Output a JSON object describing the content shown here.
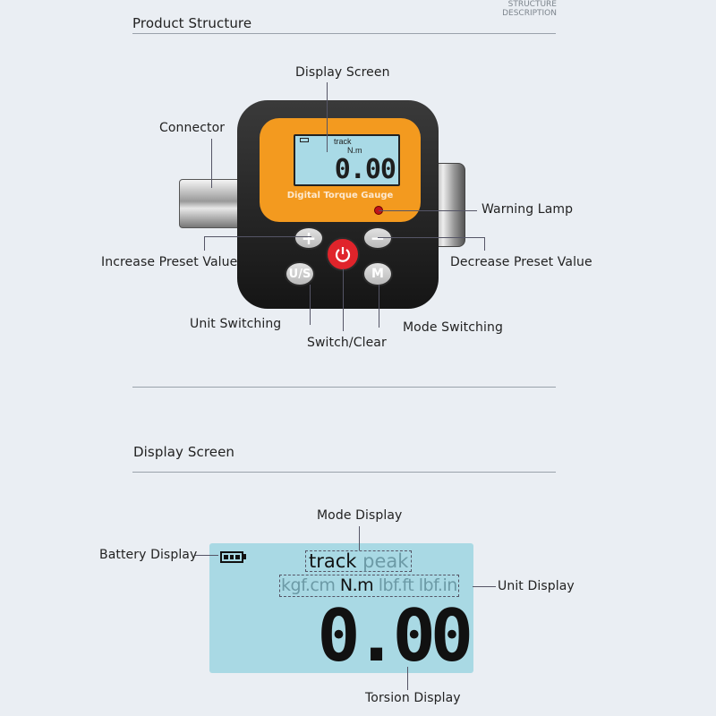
{
  "corner_text": {
    "line1": "STRUCTURE",
    "line2": "DESCRIPTION"
  },
  "section1": {
    "title": "Product Structure",
    "labels": {
      "display_screen": "Display Screen",
      "connector": "Connector",
      "warning_lamp": "Warning Lamp",
      "increase_preset": "Increase Preset Value",
      "decrease_preset": "Decrease Preset Value",
      "unit_switching": "Unit Switching",
      "mode_switching": "Mode Switching",
      "switch_clear": "Switch/Clear"
    },
    "device": {
      "brand_text": "Digital Torque Gauge",
      "lcd_mode": "track",
      "lcd_unit": "N.m",
      "lcd_value": "0.00",
      "btn_plus": "+",
      "btn_minus": "−",
      "btn_us": "U/S",
      "btn_m": "M",
      "body_color": "#1f1f1f",
      "panel_color": "#f39a1f",
      "power_color": "#e0242b"
    }
  },
  "section2": {
    "title": "Display Screen",
    "labels": {
      "mode_display": "Mode Display",
      "battery_display": "Battery Display",
      "unit_display": "Unit Display",
      "torsion_display": "Torsion Display"
    },
    "lcd": {
      "mode_active": "track",
      "mode_inactive": "peak",
      "units": [
        {
          "text": "kgf.cm",
          "active": false
        },
        {
          "text": "N.m",
          "active": true
        },
        {
          "text": "lbf.ft",
          "active": false
        },
        {
          "text": "lbf.in",
          "active": false
        }
      ],
      "value": "0.00",
      "lcd_color": "#a9d9e4"
    }
  }
}
